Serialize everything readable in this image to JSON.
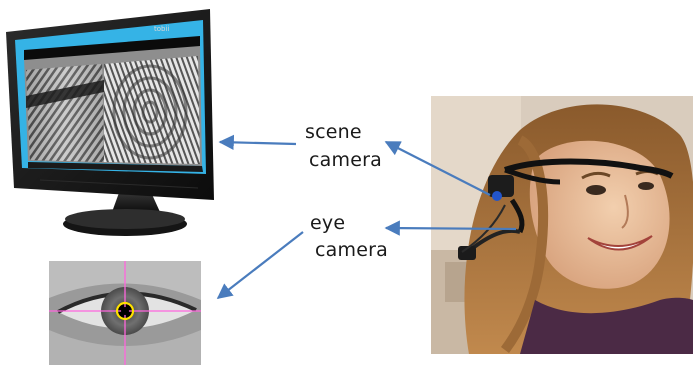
{
  "labels": {
    "scene_line1": "scene",
    "scene_line2": "camera",
    "eye_line1": "eye",
    "eye_line2": "camera"
  },
  "monitor": {
    "brand": "tobii"
  },
  "colors": {
    "arrow": "#4a7cbd",
    "screen_bezel": "#35b3e6",
    "crosshair": "#ff66dd",
    "pupil_marker": "#ffe200",
    "hair": "#b07b44",
    "sweater": "#4b2a45"
  },
  "icons": {
    "scene_arrow": "arrow-left-icon",
    "scene_arrow_from_glasses": "arrow-up-left-icon",
    "eye_arrow": "arrow-down-left-icon",
    "eye_arrow_from_glasses": "arrow-left-icon"
  }
}
